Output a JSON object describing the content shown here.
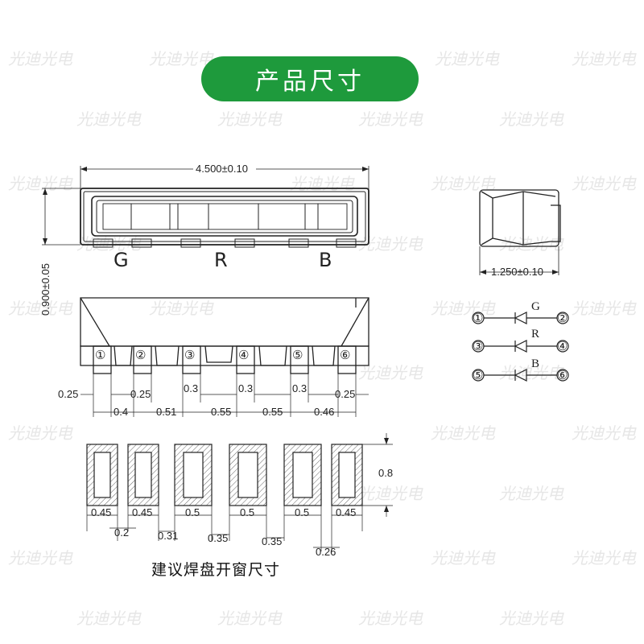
{
  "title": "产品尺寸",
  "watermark": "光迪光电",
  "top_view": {
    "length_dim": "4.500±0.10",
    "height_dim": "0.900±0.05",
    "color_labels": [
      "G",
      "R",
      "B"
    ]
  },
  "side_view": {
    "width_dim": "1.250±0.10"
  },
  "pins": [
    "①",
    "②",
    "③",
    "④",
    "⑤",
    "⑥"
  ],
  "pin_dims": {
    "row1": [
      "0.25",
      "0.25",
      "0.3",
      "0.3",
      "0.3",
      "0.25"
    ],
    "row2": [
      "0.4",
      "0.51",
      "0.55",
      "0.55",
      "0.46"
    ]
  },
  "circuit": [
    {
      "left": "①",
      "right": "②",
      "color": "G"
    },
    {
      "left": "③",
      "right": "④",
      "color": "R"
    },
    {
      "left": "⑤",
      "right": "⑥",
      "color": "B"
    }
  ],
  "pad_dims": {
    "height": "0.8",
    "widths": [
      "0.45",
      "0.45",
      "0.5",
      "0.5",
      "0.5",
      "0.45"
    ],
    "gaps": [
      "0.2",
      "0.31",
      "0.35",
      "0.35",
      "0.26"
    ]
  },
  "caption": "建议焊盘开窗尺寸",
  "colors": {
    "banner": "#1e9a3c",
    "line": "#222222",
    "hatch": "#555555"
  }
}
